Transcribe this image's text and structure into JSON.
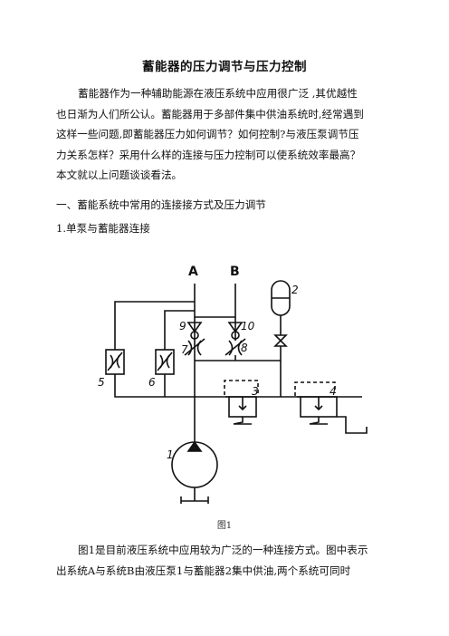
{
  "document": {
    "title": "蓄能器的压力调节与压力控制",
    "intro_lines": [
      "蓄能器作为一种辅助能源在液压系统中应用很广泛 ,其优越性",
      "也日渐为人们所公认。蓄能器用于多部件集中供油系统时,经常遇到",
      "这样一些问题,即蓄能器压力如何调节？如何控制?与液压泵调节压",
      "力关系怎样？采用什么样的连接与压力控制可以使系统效率最高？",
      "本文就以上问题谈谈看法。"
    ],
    "section_heading": "一、蓄能系统中常用的连接接方式及压力调节",
    "subsection_heading": "1.单泵与蓄能器连接",
    "figure_caption": "图1",
    "body_lines": [
      "图1是目前液压系统中应用较为广泛的一种连接方式。图中表示",
      "出系统A与系统B由液压泵1与蓄能器2集中供油,两个系统可同时"
    ]
  },
  "figure": {
    "port_labels": [
      "A",
      "B"
    ],
    "component_numbers": [
      "1",
      "2",
      "3",
      "4",
      "5",
      "6",
      "7",
      "8",
      "9",
      "10"
    ]
  }
}
